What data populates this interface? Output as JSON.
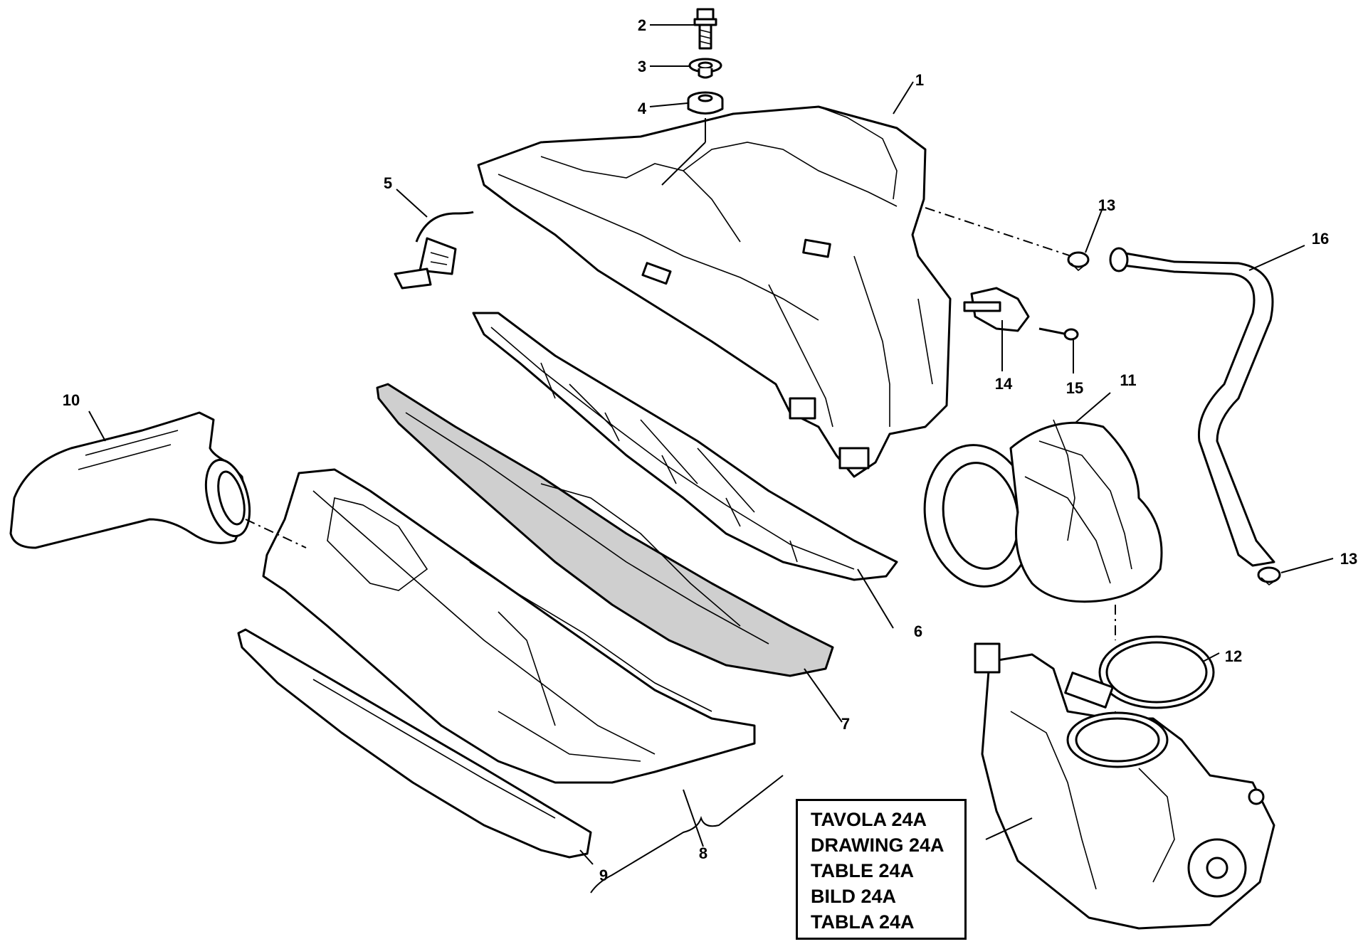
{
  "callouts": [
    {
      "id": "1",
      "label": "1"
    },
    {
      "id": "2",
      "label": "2"
    },
    {
      "id": "3",
      "label": "3"
    },
    {
      "id": "4",
      "label": "4"
    },
    {
      "id": "5",
      "label": "5"
    },
    {
      "id": "6",
      "label": "6"
    },
    {
      "id": "7",
      "label": "7"
    },
    {
      "id": "8",
      "label": "8"
    },
    {
      "id": "9",
      "label": "9"
    },
    {
      "id": "10",
      "label": "10"
    },
    {
      "id": "11",
      "label": "11"
    },
    {
      "id": "12",
      "label": "12"
    },
    {
      "id": "13a",
      "label": "13"
    },
    {
      "id": "13b",
      "label": "13"
    },
    {
      "id": "14",
      "label": "14"
    },
    {
      "id": "15",
      "label": "15"
    },
    {
      "id": "16",
      "label": "16"
    }
  ],
  "reference_box": {
    "lines": [
      "TAVOLA 24A",
      "DRAWING 24A",
      "TABLE 24A",
      "BILD 24A",
      "TABLA 24A"
    ]
  }
}
